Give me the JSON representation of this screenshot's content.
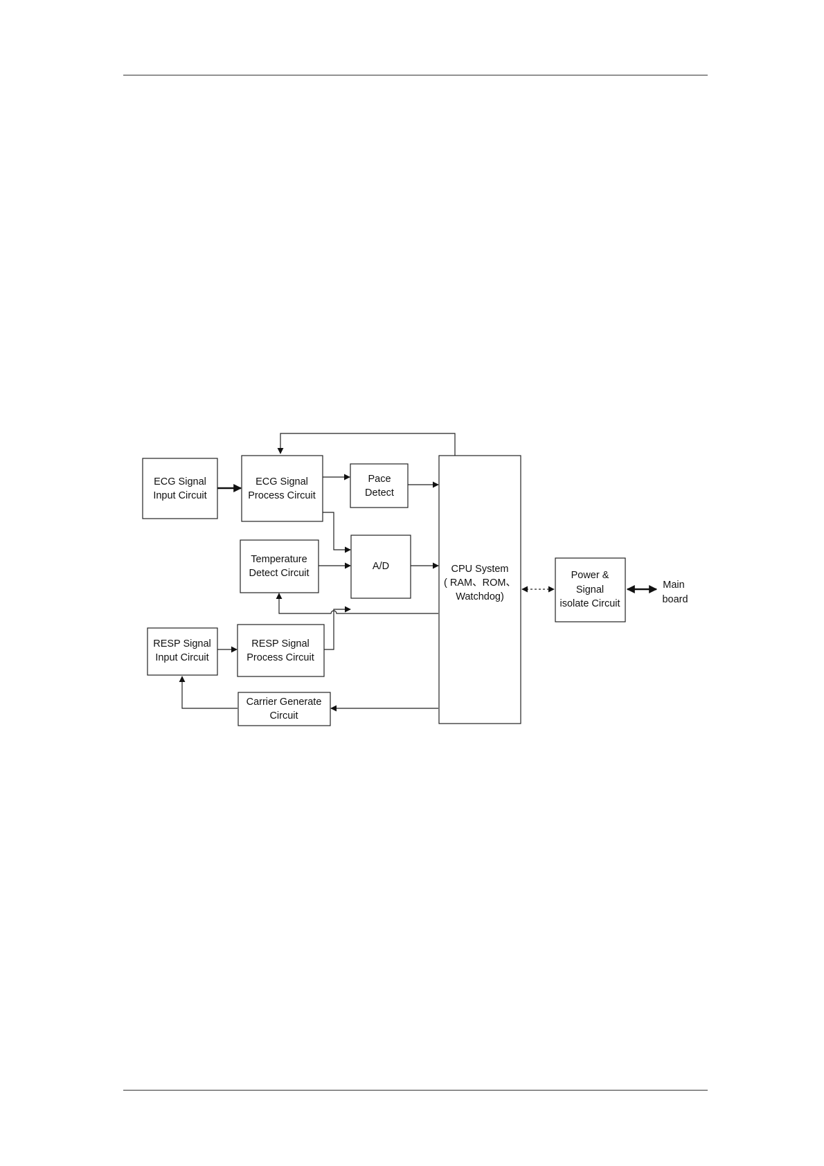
{
  "diagram": {
    "blocks": {
      "ecg_input": [
        "ECG Signal",
        "Input Circuit"
      ],
      "ecg_process": [
        "ECG Signal",
        "Process Circuit"
      ],
      "pace_detect": [
        "Pace",
        "Detect"
      ],
      "temperature": [
        "Temperature",
        "Detect Circuit"
      ],
      "ad": [
        "A/D"
      ],
      "cpu": [
        "CPU System",
        "( RAM、ROM、",
        "Watchdog)"
      ],
      "power": [
        "Power &",
        "Signal",
        "isolate Circuit"
      ],
      "main_board": [
        "Main",
        "board"
      ],
      "resp_input": [
        "RESP Signal",
        "Input Circuit"
      ],
      "resp_process": [
        "RESP Signal",
        "Process Circuit"
      ],
      "carrier": [
        "Carrier Generate",
        "Circuit"
      ]
    }
  }
}
